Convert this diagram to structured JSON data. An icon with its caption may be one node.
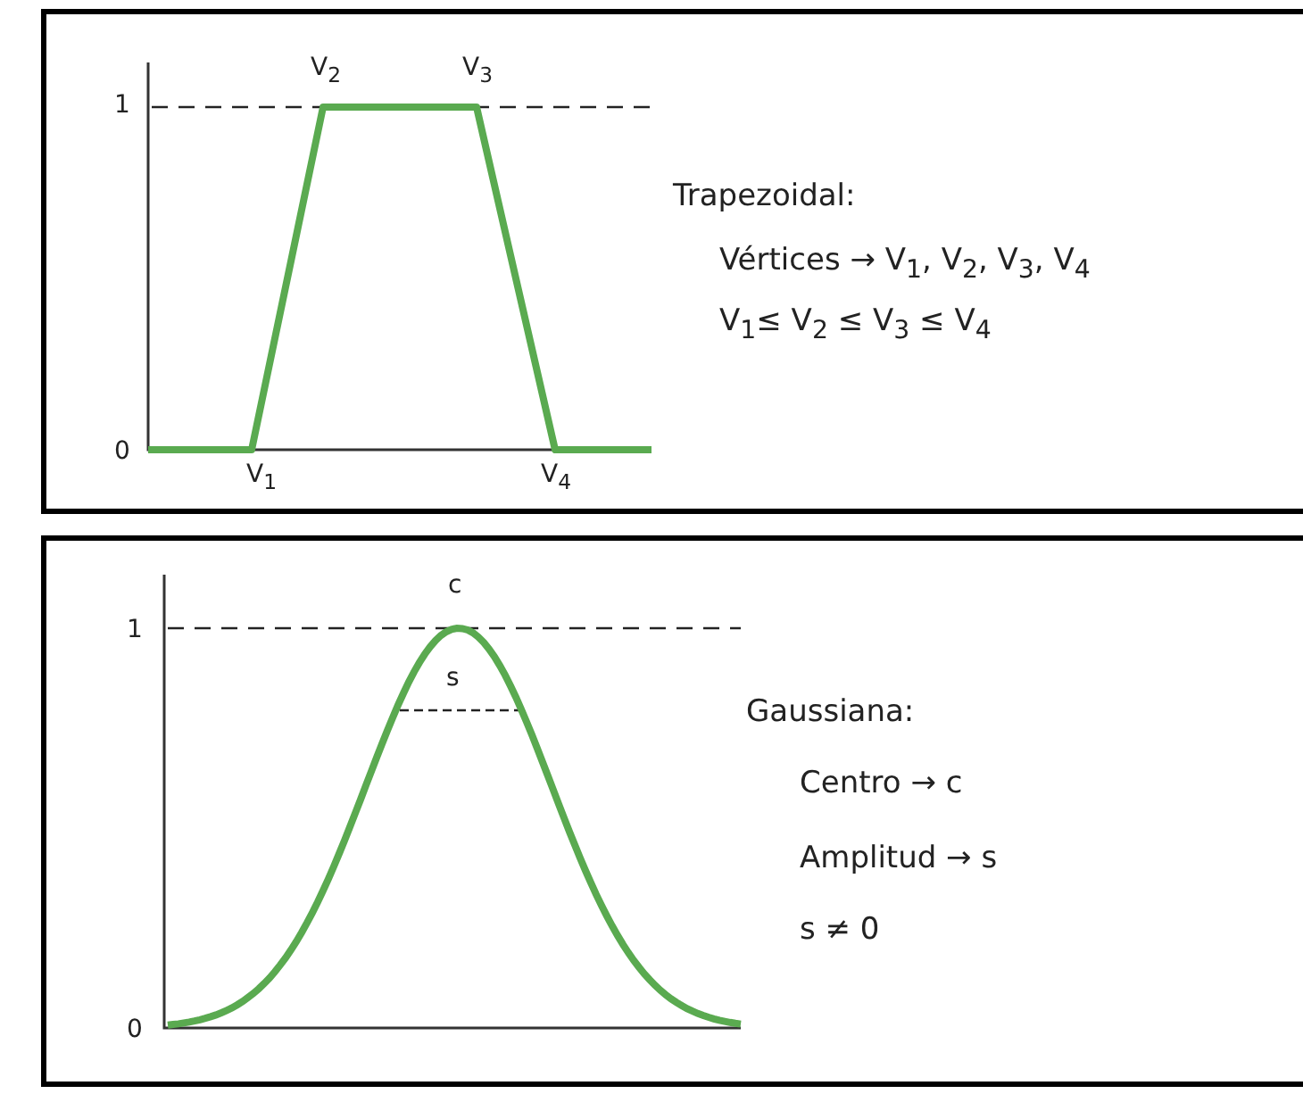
{
  "diagram": {
    "nodes": [
      {
        "text": [
          "Trapezoidal:",
          "Vértices → V$_{1}$, V$_{2}$, V$_{3}$, V$_{4}$",
          "V$_{1}$≤ V$_{2}$ ≤ V$_{3}$ ≤ V$_{4}$"
        ]
      },
      {
        "text": [
          "Gaussiana:",
          "Centro → c",
          "Amplitud → s",
          "s ≠ 0"
        ]
      }
    ],
    "labels": [
      "V$_{2}$",
      "V$_{3}$",
      "1",
      "0",
      "V$_{1}$",
      "V$_{4}$",
      "c",
      "1",
      "s",
      "0"
    ]
  }
}
